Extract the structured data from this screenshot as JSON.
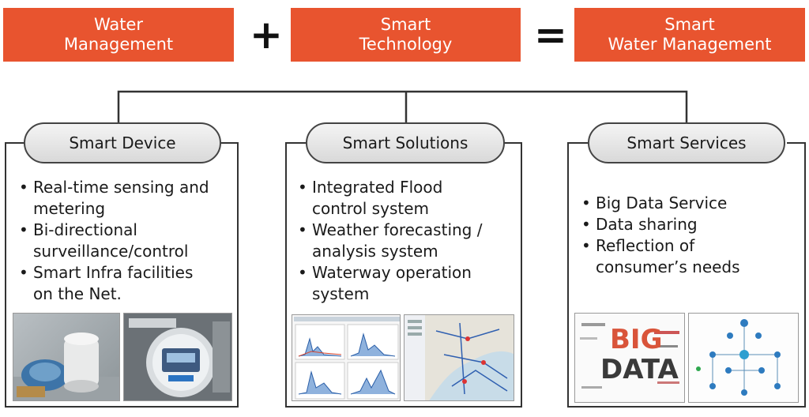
{
  "equation": {
    "term1": [
      "Water",
      "Management"
    ],
    "plus": "+",
    "term2": [
      "Smart",
      "Technology"
    ],
    "equals": "=",
    "result": [
      "Smart",
      "Water Management"
    ]
  },
  "panels": [
    {
      "title": "Smart Device",
      "bullets": [
        [
          "Real-time sensing and",
          "metering"
        ],
        [
          "Bi-directional",
          "surveillance/control"
        ],
        [
          "Smart Infra facilities",
          "on the Net."
        ]
      ],
      "images": [
        "water-meter-photo",
        "smart-electric-meter-photo"
      ]
    },
    {
      "title": "Smart Solutions",
      "bullets": [
        [
          "Integrated Flood",
          "control system"
        ],
        [
          "Weather forecasting /",
          "analysis system"
        ],
        [
          "Waterway operation",
          "system"
        ]
      ],
      "images": [
        "dashboard-charts-screenshot",
        "waterway-map-screenshot"
      ]
    },
    {
      "title": "Smart Services",
      "bullets": [
        [
          "Big Data Service"
        ],
        [
          "Data sharing"
        ],
        [
          "Reflection of",
          "consumer’s needs"
        ]
      ],
      "images": [
        "big-data-word-cloud",
        "network-diagram"
      ]
    }
  ],
  "word_cloud": {
    "big": "BIG",
    "data": "DATA"
  },
  "colors": {
    "accent": "#e8542f",
    "outline": "#333333",
    "pill": "#dedede"
  }
}
